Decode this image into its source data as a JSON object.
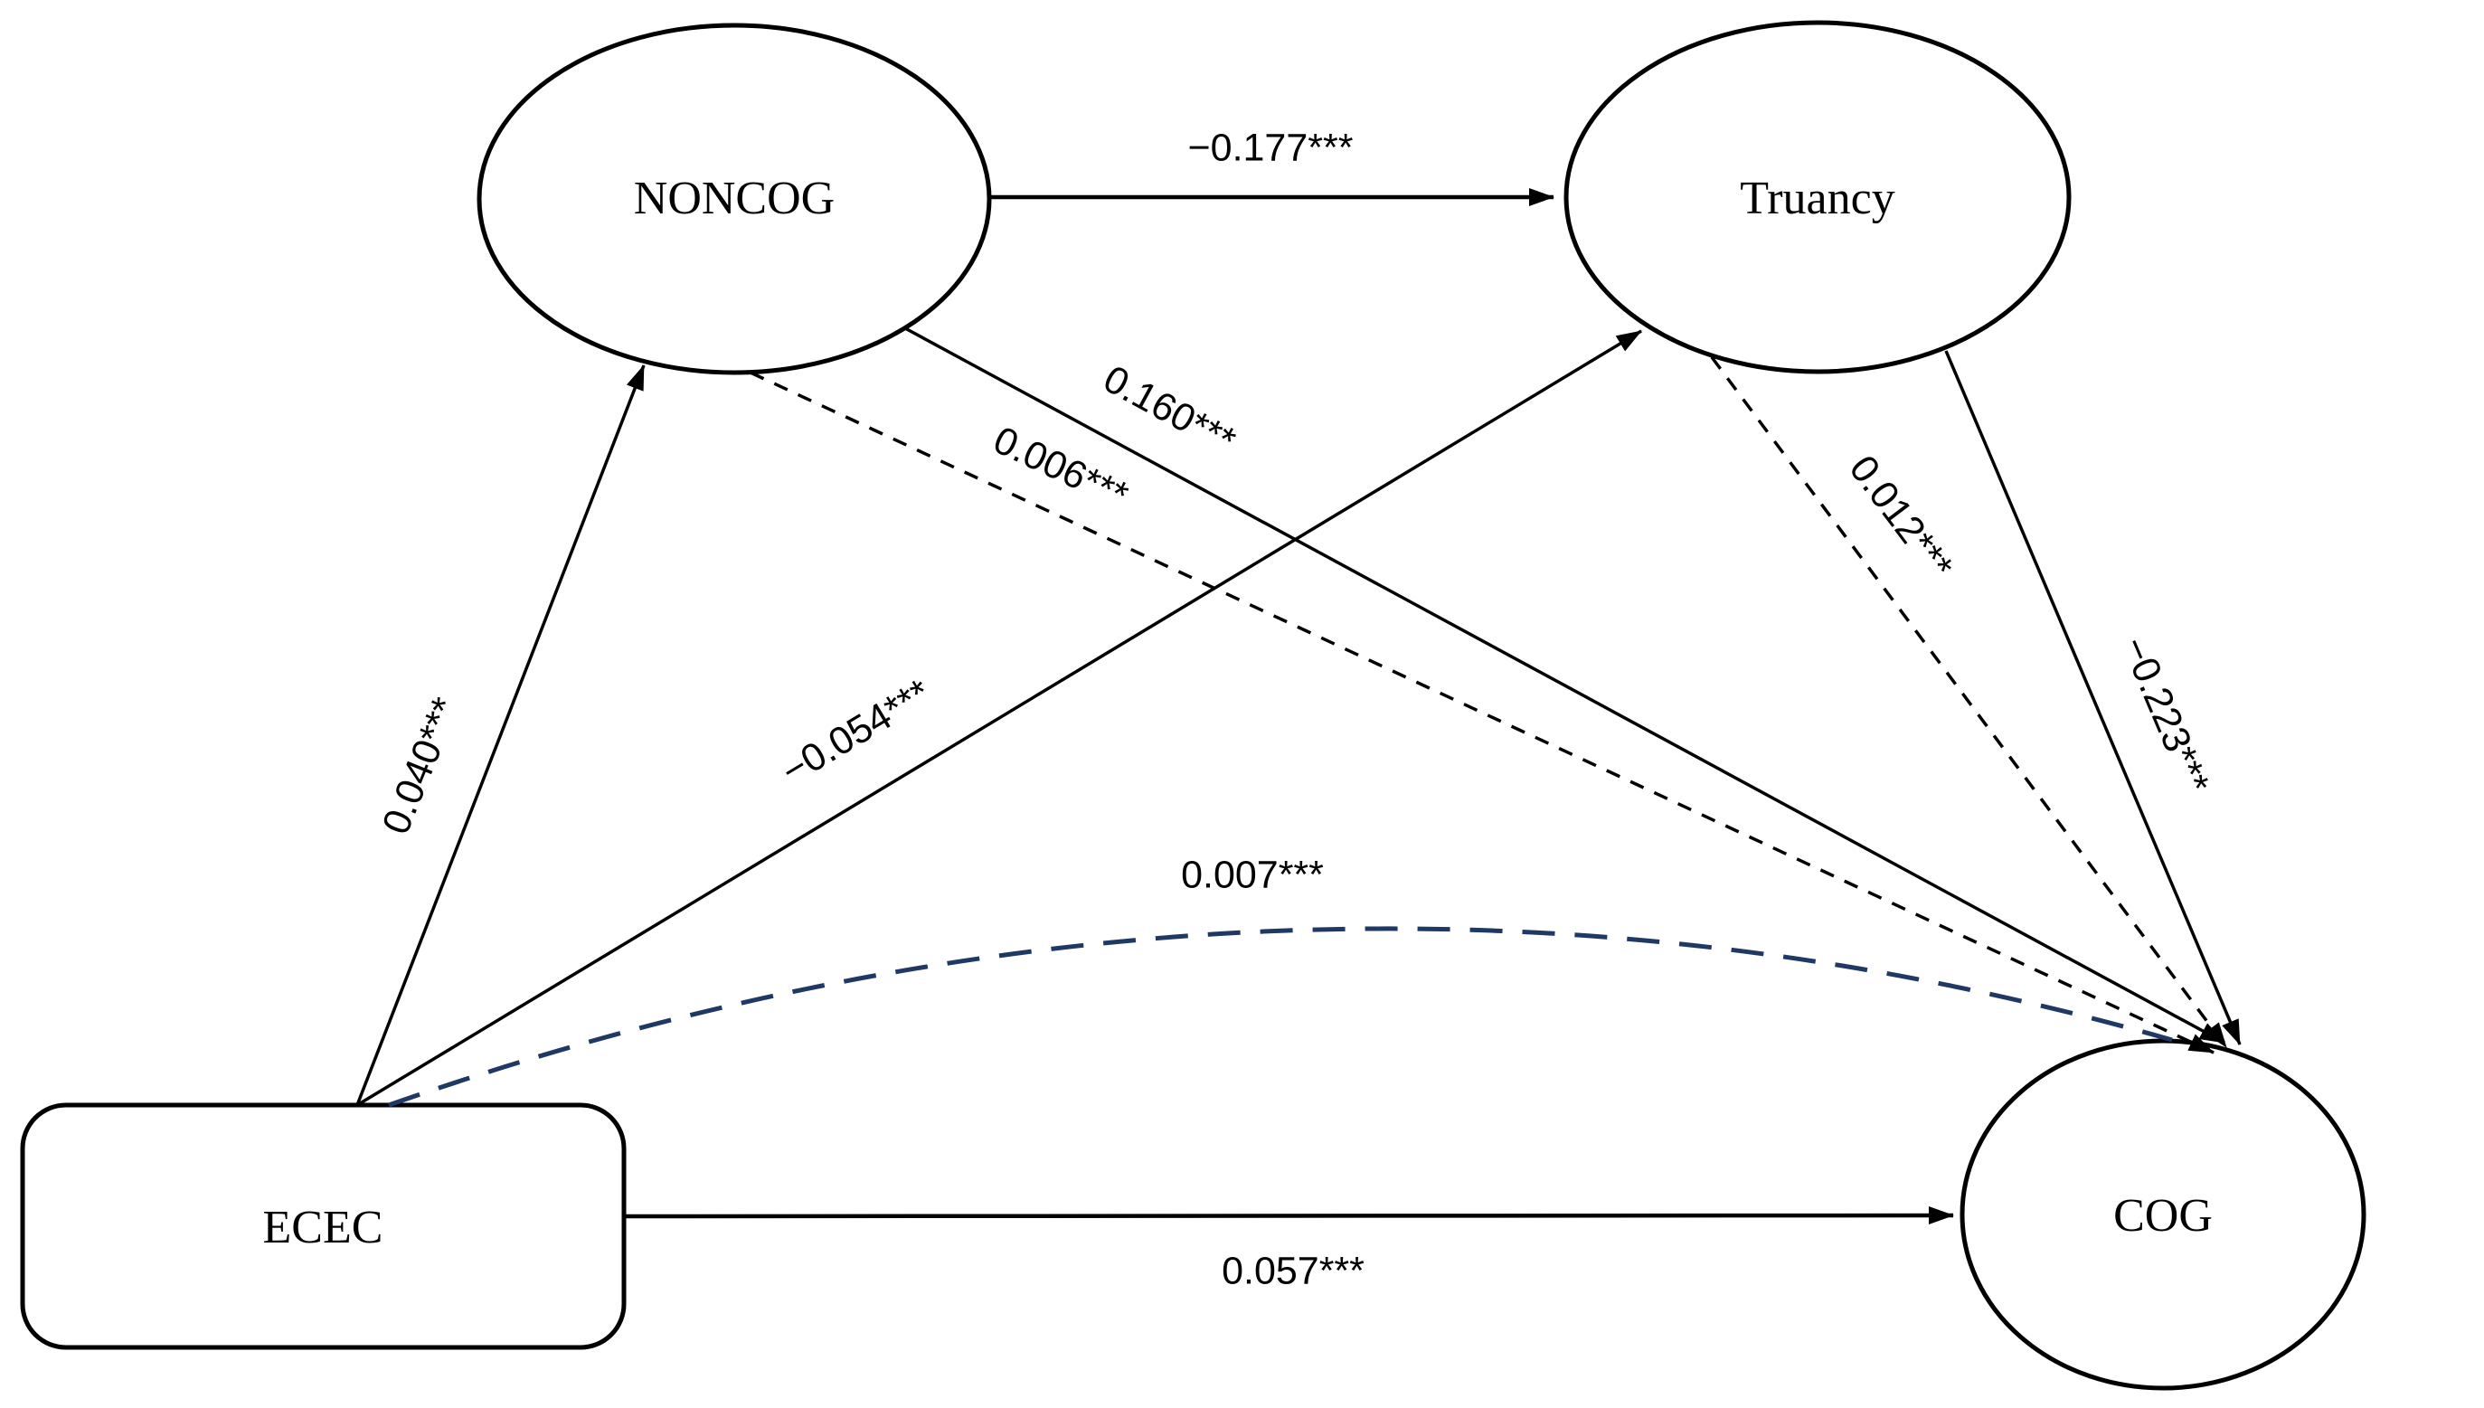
{
  "diagram": {
    "type": "sem-path-diagram",
    "background": "#ffffff",
    "nodes": {
      "noncog": {
        "label": "NONCOG",
        "shape": "ellipse"
      },
      "truancy": {
        "label": "Truancy",
        "shape": "ellipse"
      },
      "ecec": {
        "label": "ECEC",
        "shape": "rounded-rectangle"
      },
      "cog": {
        "label": "COG",
        "shape": "ellipse"
      }
    },
    "edges": {
      "noncog_to_truancy": {
        "from": "NONCOG",
        "to": "Truancy",
        "style": "solid",
        "coefficient": "−0.177***"
      },
      "ecec_to_noncog": {
        "from": "ECEC",
        "to": "NONCOG",
        "style": "solid",
        "coefficient": "0.040***"
      },
      "ecec_to_truancy": {
        "from": "ECEC",
        "to": "Truancy",
        "style": "solid",
        "coefficient": "−0.054***"
      },
      "noncog_to_cog_direct": {
        "from": "NONCOG",
        "to": "COG",
        "style": "solid",
        "coefficient": "0.160***"
      },
      "noncog_to_cog_indirect": {
        "from": "NONCOG",
        "to": "COG",
        "style": "dashed",
        "coefficient": "0.006***"
      },
      "truancy_to_cog_indirect": {
        "from": "Truancy",
        "to": "COG",
        "style": "dashed",
        "coefficient": "0.012***"
      },
      "truancy_to_cog_direct": {
        "from": "Truancy",
        "to": "COG",
        "style": "solid",
        "coefficient": "−0.223***"
      },
      "ecec_to_cog_curve": {
        "from": "ECEC",
        "to": "COG",
        "style": "dashed-curved",
        "color": "#1f3864",
        "coefficient": "0.007***"
      },
      "ecec_to_cog_direct": {
        "from": "ECEC",
        "to": "COG",
        "style": "solid",
        "coefficient": "0.057***"
      }
    },
    "colors": {
      "line": "#000000",
      "curve_accent": "#1f3864",
      "background": "#ffffff"
    }
  }
}
